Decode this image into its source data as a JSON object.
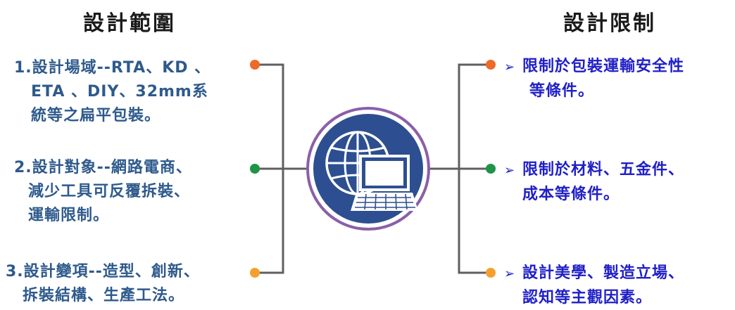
{
  "left_heading": "設計範圍",
  "right_heading": "設計限制",
  "left_items": [
    {
      "lines": [
        "1.設計場域--RTA、KD 、",
        "ETA 、DIY、32mm系",
        "統等之扁平包裝。"
      ],
      "dot_color": "#ee6a28"
    },
    {
      "lines": [
        "2.設計對象--網路電商、",
        "減少工具可反覆拆裝、",
        "運輸限制。"
      ],
      "dot_color": "#1e9447"
    },
    {
      "lines": [
        "3.設計變項--造型、創新、",
        "拆裝結構、生產工法。"
      ],
      "dot_color": "#f5a02e"
    }
  ],
  "right_items": [
    {
      "lines": [
        "限制於包裝運輸安全性",
        "等條件。"
      ],
      "dot_color": "#ee6a28"
    },
    {
      "lines": [
        "限制於材料、五金件、",
        "成本等條件。"
      ],
      "dot_color": "#1e9447"
    },
    {
      "lines": [
        "設計美學、製造立場、",
        "認知等主觀因素。"
      ],
      "dot_color": "#f5a02e"
    }
  ],
  "bullet_symbol": "➢",
  "colors": {
    "left_text": "#2e5a8c",
    "right_text": "#1f1fc8",
    "connector": "#5f5f5f",
    "circle_fill": "#2d4f91",
    "circle_ring": "#8b5fa8"
  },
  "center_icon": "globe-laptop-icon"
}
